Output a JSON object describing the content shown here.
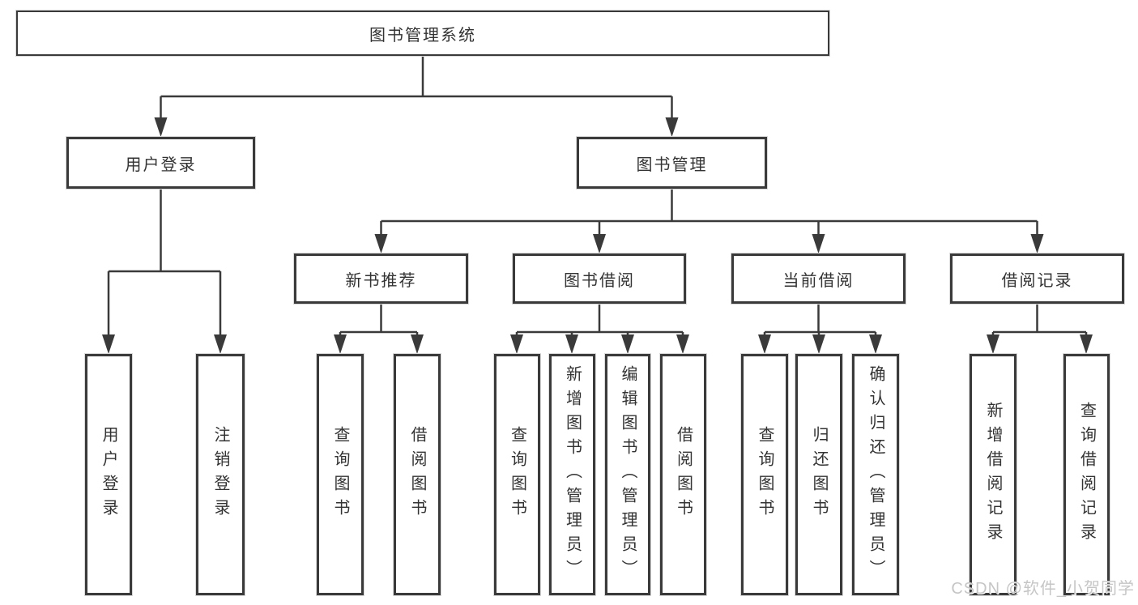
{
  "diagram": {
    "root": {
      "label": "图书管理系统",
      "children": [
        {
          "label": "用户登录",
          "children": [
            {
              "label": "用户登录"
            },
            {
              "label": "注销登录"
            }
          ]
        },
        {
          "label": "图书管理",
          "children": [
            {
              "label": "新书推荐",
              "children": [
                {
                  "label": "查询图书"
                },
                {
                  "label": "借阅图书"
                }
              ]
            },
            {
              "label": "图书借阅",
              "children": [
                {
                  "label": "查询图书"
                },
                {
                  "label": "新增图书（管理员）"
                },
                {
                  "label": "编辑图书（管理员）"
                },
                {
                  "label": "借阅图书"
                }
              ]
            },
            {
              "label": "当前借阅",
              "children": [
                {
                  "label": "查询图书"
                },
                {
                  "label": "归还图书"
                },
                {
                  "label": "确认归还（管理员）"
                }
              ]
            },
            {
              "label": "借阅记录",
              "children": [
                {
                  "label": "新增借阅记录"
                },
                {
                  "label": "查询借阅记录"
                }
              ]
            }
          ]
        }
      ]
    }
  },
  "watermark": {
    "text": "CSDN @软件_小贺同学"
  },
  "colors": {
    "line": "#3a3a3a",
    "text": "#333333",
    "background": "#ffffff",
    "watermark": "#c6c6c6"
  }
}
